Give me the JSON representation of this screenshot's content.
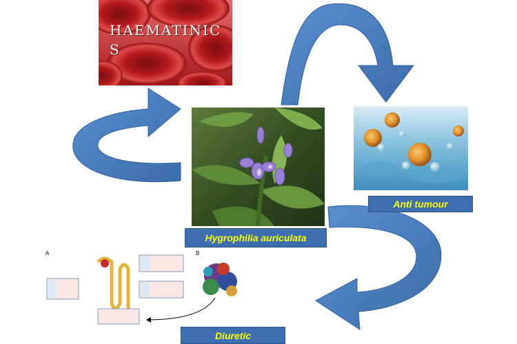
{
  "haematinics": {
    "line1": "HAEMATINIC",
    "line2": "S"
  },
  "labels": {
    "plant": "Hygrophilia auriculata",
    "anti_tumour": "Anti tumour",
    "diuretic": "Diuretic"
  },
  "diuretic_figure": {
    "panel_a": "A",
    "panel_b": "B"
  },
  "colors": {
    "arrow_fill": "#4a7fc1",
    "arrow_stroke": "#2f5f9e",
    "label_bg": "#3d6fb0",
    "label_text": "#ffff00"
  }
}
